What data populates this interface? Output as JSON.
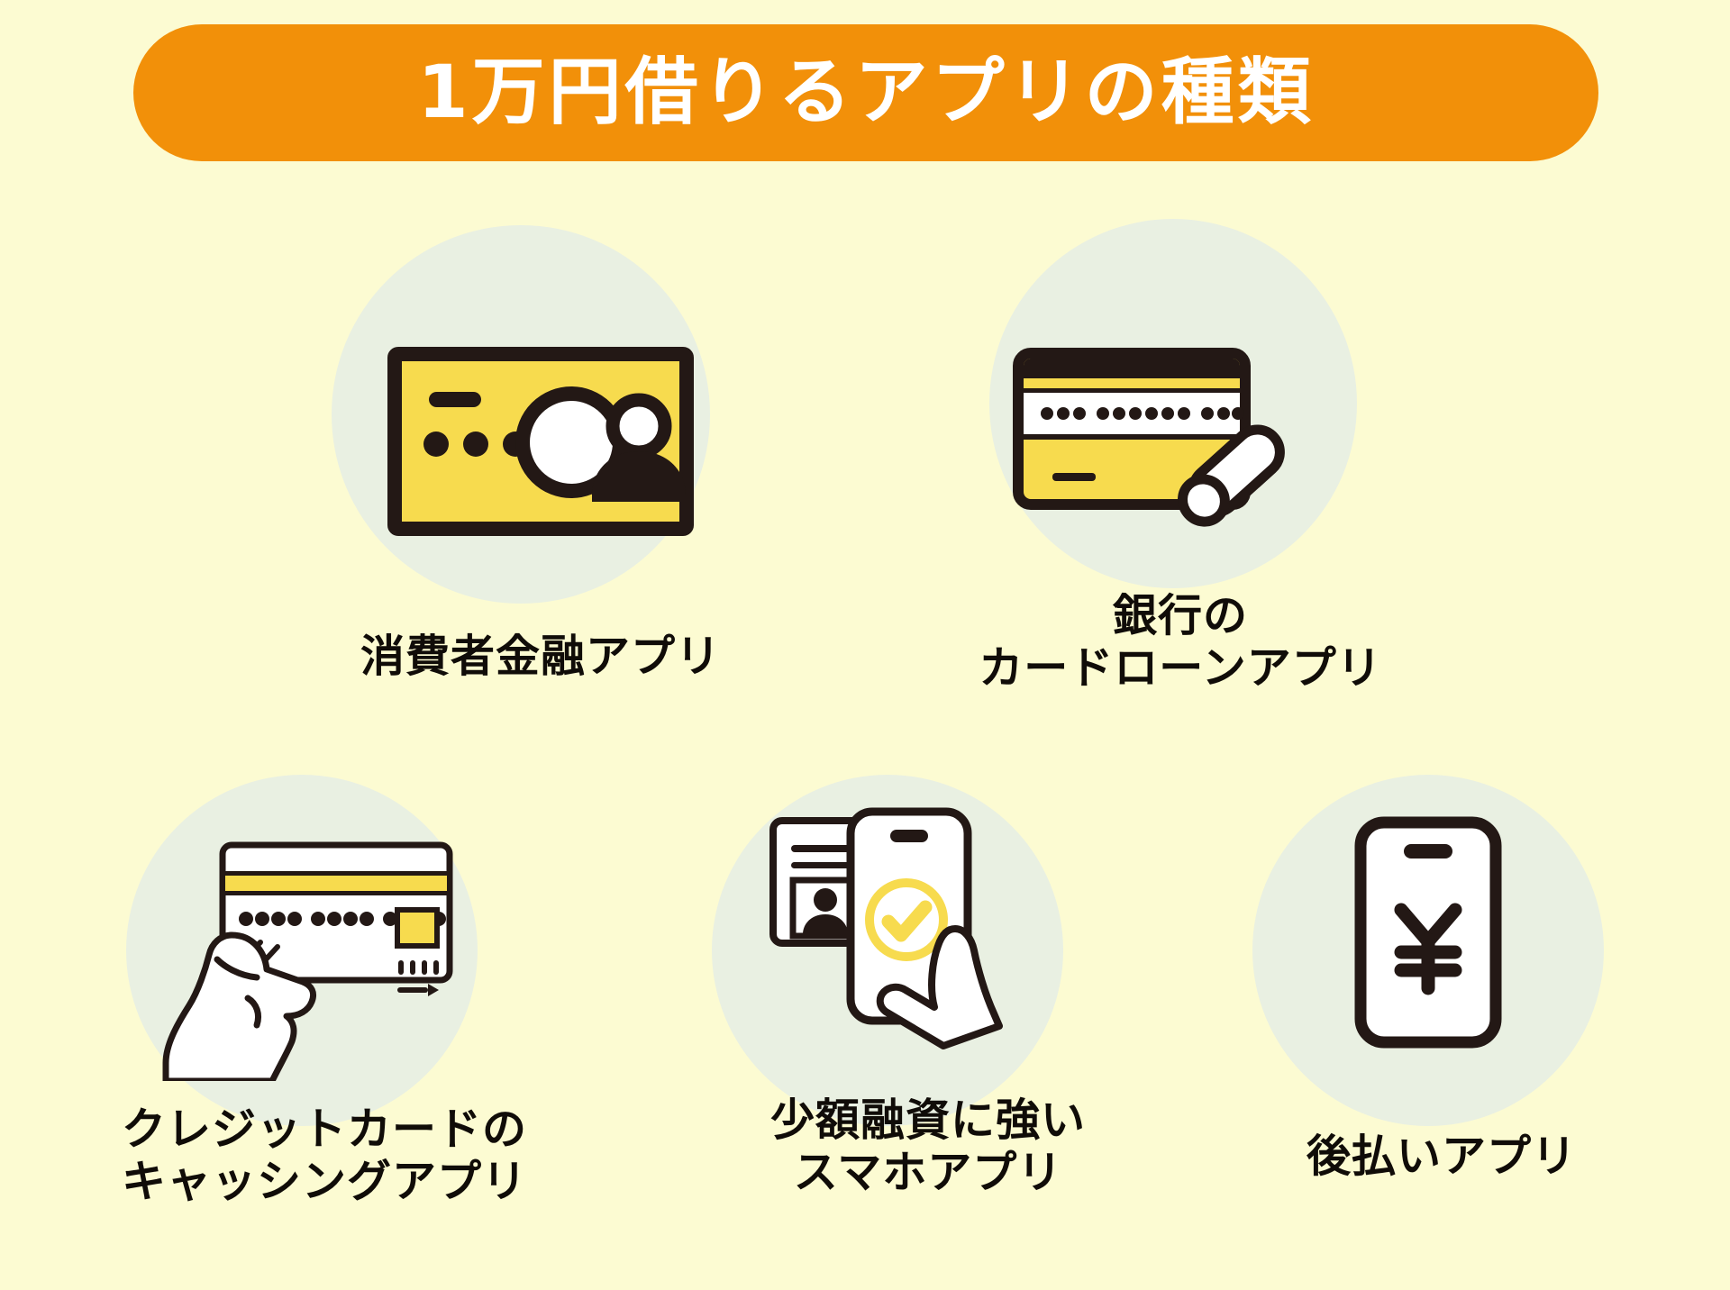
{
  "page": {
    "background_color": "#FCFBD2",
    "accent_orange": "#F29009",
    "accent_yellow": "#F7DB4E",
    "blob_color": "#E9F0E2",
    "ink_color": "#231815"
  },
  "header": {
    "title": "1万円借りるアプリの種類",
    "banner_color": "#F29009",
    "title_color": "#FFFFFF"
  },
  "items": [
    {
      "id": "item1",
      "icon_name": "banknote-person-icon",
      "label": "消費者金融アプリ",
      "label_lines": [
        "消費者金融アプリ"
      ]
    },
    {
      "id": "item2",
      "icon_name": "bank-card-roll-icon",
      "label": "銀行の\nカードローンアプリ",
      "label_lines": [
        "銀行の",
        "カードローンアプリ"
      ]
    },
    {
      "id": "item3",
      "icon_name": "hand-holding-credit-card-icon",
      "label": "クレジットカードの\nキャッシングアプリ",
      "label_lines": [
        "クレジットカードの",
        "キャッシングアプリ"
      ]
    },
    {
      "id": "item4",
      "icon_name": "id-card-smartphone-check-icon",
      "label": "少額融資に強い\nスマホアプリ",
      "label_lines": [
        "少額融資に強い",
        "スマホアプリ"
      ]
    },
    {
      "id": "item5",
      "icon_name": "smartphone-yen-icon",
      "label": "後払いアプリ",
      "label_lines": [
        "後払いアプリ"
      ]
    }
  ]
}
